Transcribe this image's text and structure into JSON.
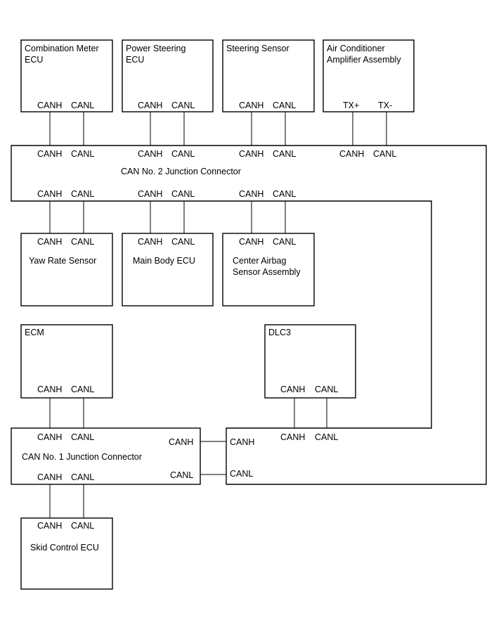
{
  "diagram": {
    "ecus": {
      "combination_meter": {
        "line1": "Combination Meter",
        "line2": "ECU",
        "pin_a": "CANH",
        "pin_b": "CANL"
      },
      "power_steering": {
        "line1": "Power Steering",
        "line2": "ECU",
        "pin_a": "CANH",
        "pin_b": "CANL"
      },
      "steering_sensor": {
        "line1": "Steering Sensor",
        "pin_a": "CANH",
        "pin_b": "CANL"
      },
      "air_conditioner": {
        "line1": "Air Conditioner",
        "line2": "Amplifier Assembly",
        "pin_a": "TX+",
        "pin_b": "TX-"
      },
      "yaw_rate": {
        "line1": "Yaw Rate Sensor",
        "pin_a": "CANH",
        "pin_b": "CANL"
      },
      "main_body": {
        "line1": "Main Body ECU",
        "pin_a": "CANH",
        "pin_b": "CANL"
      },
      "center_airbag": {
        "line1": "Center Airbag",
        "line2": "Sensor Assembly",
        "pin_a": "CANH",
        "pin_b": "CANL"
      },
      "ecm": {
        "line1": "ECM",
        "pin_a": "CANH",
        "pin_b": "CANL"
      },
      "dlc3": {
        "line1": "DLC3",
        "pin_a": "CANH",
        "pin_b": "CANL"
      },
      "skid_control": {
        "line1": "Skid Control ECU",
        "pin_a": "CANH",
        "pin_b": "CANL"
      }
    },
    "junction2": {
      "title": "CAN No. 2 Junction Connector",
      "top_pins": [
        {
          "h": "CANH",
          "l": "CANL"
        },
        {
          "h": "CANH",
          "l": "CANL"
        },
        {
          "h": "CANH",
          "l": "CANL"
        },
        {
          "h": "CANH",
          "l": "CANL"
        }
      ],
      "bottom_pins": [
        {
          "h": "CANH",
          "l": "CANL"
        },
        {
          "h": "CANH",
          "l": "CANL"
        },
        {
          "h": "CANH",
          "l": "CANL"
        }
      ],
      "right_pins": {
        "h": "CANH",
        "l": "CANL"
      },
      "dlc_pins": {
        "h": "CANH",
        "l": "CANL"
      }
    },
    "junction1": {
      "title": "CAN No. 1 Junction Connector",
      "top_pins": {
        "h": "CANH",
        "l": "CANL"
      },
      "bottom_pins": {
        "h": "CANH",
        "l": "CANL"
      },
      "right_pins": {
        "h": "CANH",
        "l": "CANL"
      }
    }
  }
}
